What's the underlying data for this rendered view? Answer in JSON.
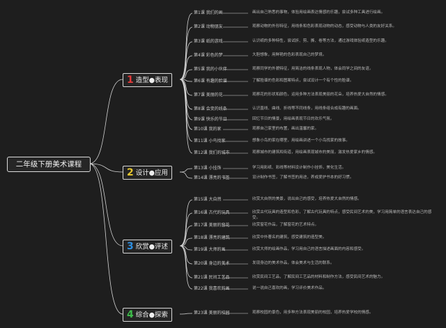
{
  "root": {
    "title": "二年级下册美术课程"
  },
  "colors": {
    "b1": "#e03a3a",
    "b2": "#e6c630",
    "b3": "#2f8fe0",
    "b4": "#3dbb4a",
    "line": "#d4d4d4"
  },
  "branches": [
    {
      "num": "1",
      "label": "造型●表现",
      "lessons": [
        {
          "title": "第1课 我们的画",
          "desc": "画出自己熟悉的事物，体验用绘画表达情感的乐趣，尝试多种工具进行绘画。"
        },
        {
          "title": "第2课 动物朋友",
          "desc": "观察动物的外形特征，用线条和色彩表现动物的动态，感受动物与人类的友好关系。"
        },
        {
          "title": "第3课 纸的游戏",
          "desc": "认识纸的多种特性，尝试折、剪、撕、卷等方法，通过游戏体验纸造型的乐趣。"
        },
        {
          "title": "第4课 彩色的梦",
          "desc": "大胆想象，用鲜艳的色彩表现自己的梦境。"
        },
        {
          "title": "第5课 我的小伙伴",
          "desc": "观察同学的外貌特征，用简洁的线条表现人物，体会同学之间的友谊。"
        },
        {
          "title": "第6课 有趣的脸谱",
          "desc": "了解脸谱的色彩和图案特点，尝试设计一个有个性的脸谱。"
        },
        {
          "title": "第7课 美丽的花",
          "desc": "观察花的形状和颜色，运用多种方法表现美丽的花朵，培养热爱大自然的情感。"
        },
        {
          "title": "第8课 会变的线条",
          "desc": "认识直线、曲线、折线等不同线条，用线条组合成有趣的画面。"
        },
        {
          "title": "第9课 快乐的节日",
          "desc": "回忆节日的情景，用绘画表现节日的欢乐气氛。"
        },
        {
          "title": "第10课 我的家",
          "desc": "观察自己家里的布置，画出温馨的家。"
        },
        {
          "title": "第11课 小鸟找家",
          "desc": "想象小鸟的家在哪里，用绘画讲述一个小鸟找家的故事。"
        },
        {
          "title": "第12课 我们的城市",
          "desc": "观察城市的建筑和街道，用绘画表现城市的美丽，激发热爱家乡的情感。"
        }
      ]
    },
    {
      "num": "2",
      "label": "设计●应用",
      "lessons": [
        {
          "title": "第13课 小挂饰",
          "desc": "学习用彩纸、彩线等材料设计制作小挂饰，美化生活。"
        },
        {
          "title": "第14课 漂亮的书签",
          "desc": "设计制作书签，了解书签的用途，养成爱护书本的好习惯。"
        }
      ]
    },
    {
      "num": "3",
      "label": "欣赏●评述",
      "lessons": [
        {
          "title": "第15课 大自然",
          "desc": "欣赏大自然的美景，说出自己的感受，培养热爱大自然的情感。"
        },
        {
          "title": "第16课 古代的玩具",
          "desc": "欣赏古代玩具的造型和色彩，了解古代玩具的特点，感受民间艺术的美，学习用简单的语言表达自己的感受。"
        },
        {
          "title": "第17课 美丽的窗花",
          "desc": "欣赏窗花作品，了解窗花的艺术特点。"
        },
        {
          "title": "第18课 漂亮的建筑",
          "desc": "欣赏中外著名的建筑，感受建筑的造型美。"
        },
        {
          "title": "第19课 大师的画",
          "desc": "欣赏大师的绘画作品，学习用自己的语言描述画面的内容和感受。"
        },
        {
          "title": "第20课 身边的美术",
          "desc": "发现身边的美术作品，体会美术与生活的联系。"
        },
        {
          "title": "第21课 民间工艺品",
          "desc": "欣赏民间工艺品，了解民间工艺品的材料和制作方法，感受民间艺术的魅力。"
        },
        {
          "title": "第22课 我喜欢的画",
          "desc": "说一说自己喜欢的画，学习评价美术作品。"
        }
      ]
    },
    {
      "num": "4",
      "label": "综合●探索",
      "lessons": [
        {
          "title": "第23课 美丽的校园",
          "desc": "观察校园的景色，用多种方法表现美丽的校园，培养热爱学校的情感。"
        }
      ]
    }
  ]
}
